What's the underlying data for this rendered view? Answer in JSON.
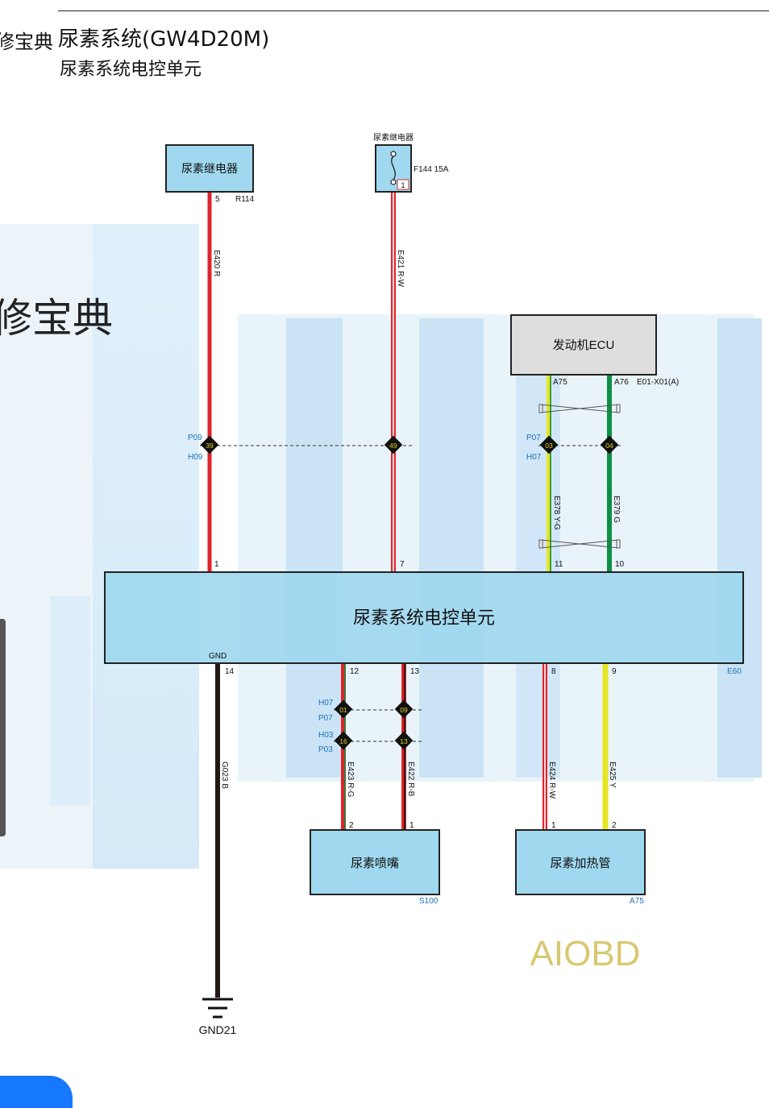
{
  "header": {
    "brand": "修宝典",
    "title": "尿素系统(GW4D20M)",
    "subtitle": "尿素系统电控单元"
  },
  "watermark": {
    "side_text": "修宝典",
    "corner_text": "AIOBD"
  },
  "components": {
    "relay": {
      "label": "尿素继电器",
      "pin": "5",
      "code": "R114"
    },
    "fuse": {
      "caption": "尿素继电器",
      "label": "F144 15A",
      "pin": "1"
    },
    "ecu": {
      "label": "发动机ECU",
      "pin_a": "A75",
      "pin_b": "A76",
      "connector": "E01-X01(A)"
    },
    "dcu": {
      "label": "尿素系统电控单元",
      "gnd_label": "GND",
      "code": "E60",
      "pins_top": [
        "1",
        "7",
        "11",
        "10"
      ],
      "pins_bottom": [
        "14",
        "12",
        "13",
        "8",
        "9"
      ]
    },
    "injector": {
      "label": "尿素喷嘴",
      "pin_a": "2",
      "pin_b": "1",
      "code": "S100"
    },
    "heater": {
      "label": "尿素加热管",
      "pin_a": "1",
      "pin_b": "2",
      "code": "A75"
    },
    "ground": {
      "label": "GND21"
    }
  },
  "wires": {
    "w420": "E420 R",
    "w421": "E421 R-W",
    "w378": "E378 Y-G",
    "w379": "E379 G",
    "w023": "G023 B",
    "w423": "E423 R-G",
    "w422": "E422 R-B",
    "w424": "E424 R-W",
    "w425": "E425 Y"
  },
  "connectors": {
    "row1": {
      "top": "P09",
      "bottom": "H09",
      "pins": [
        "39",
        "49"
      ]
    },
    "row2": {
      "top": "P07",
      "bottom": "H07",
      "pins": [
        "03",
        "04"
      ]
    },
    "row3": {
      "top": "H07",
      "bottom": "P07",
      "pins": [
        "01",
        "09"
      ]
    },
    "row4": {
      "top": "H03",
      "bottom": "P03",
      "pins": [
        "16",
        "13"
      ]
    }
  },
  "colors": {
    "box_fill": "#9fd8ef",
    "ecu_fill": "#dedede",
    "wire_red": "#e0242a",
    "wire_green": "#0e8f45",
    "wire_yellow": "#e6e622",
    "wire_black": "#231815",
    "watermark": "#cfe6f7",
    "aiobd": "#d8c870"
  }
}
